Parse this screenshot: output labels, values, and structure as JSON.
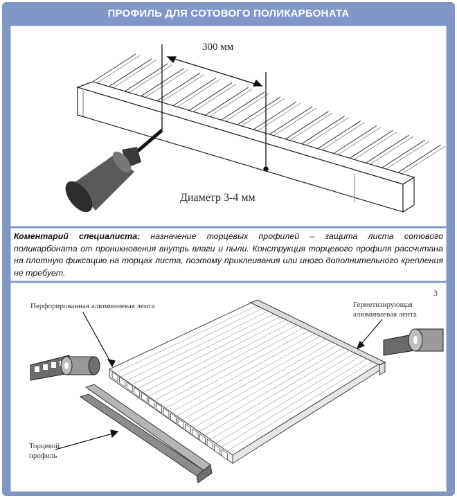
{
  "title": "ПРОФИЛЬ ДЛЯ СОТОВОГО ПОЛИКАРБОНАТА",
  "top_diagram": {
    "dimension_label": "300 мм",
    "diameter_label": "Диаметр 3-4 мм"
  },
  "comment": {
    "lead": "Коментарий специалиста:",
    "body": " назначение торцевых профилей – защита листа сотового поликарбоната от проникновения внутрь влаги и пыли. Конструкция торцевого профиля рассчитана на плотную фиксацию на торцах листа, поэтому приклеивания или иного дополнительного крепления не требует."
  },
  "bottom_diagram": {
    "page_number": "3",
    "label_perforated_line1": "Перфорированная алюминиевая лента",
    "label_sealing_line1": "Герметизирующая",
    "label_sealing_line2": "алюминиевая лента",
    "label_end_profile_line1": "Торцевой",
    "label_end_profile_line2": "профиль"
  },
  "colors": {
    "frame": "#7f95c4",
    "title_text": "#ffffff",
    "drill_body": "#5a5a5a"
  }
}
